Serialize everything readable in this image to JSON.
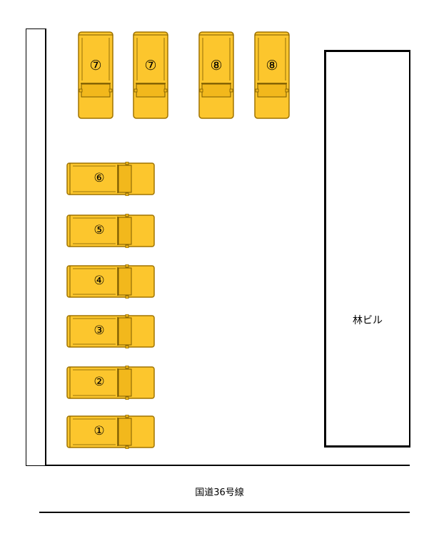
{
  "building_label": "林ビル",
  "road_label": "国道36号線",
  "car_color": "#fcc62d",
  "horizontal_spaces": [
    "⑥",
    "⑤",
    "④",
    "③",
    "②",
    "①"
  ],
  "vertical_spaces": [
    "⑦",
    "⑦",
    "⑧",
    "⑧"
  ]
}
